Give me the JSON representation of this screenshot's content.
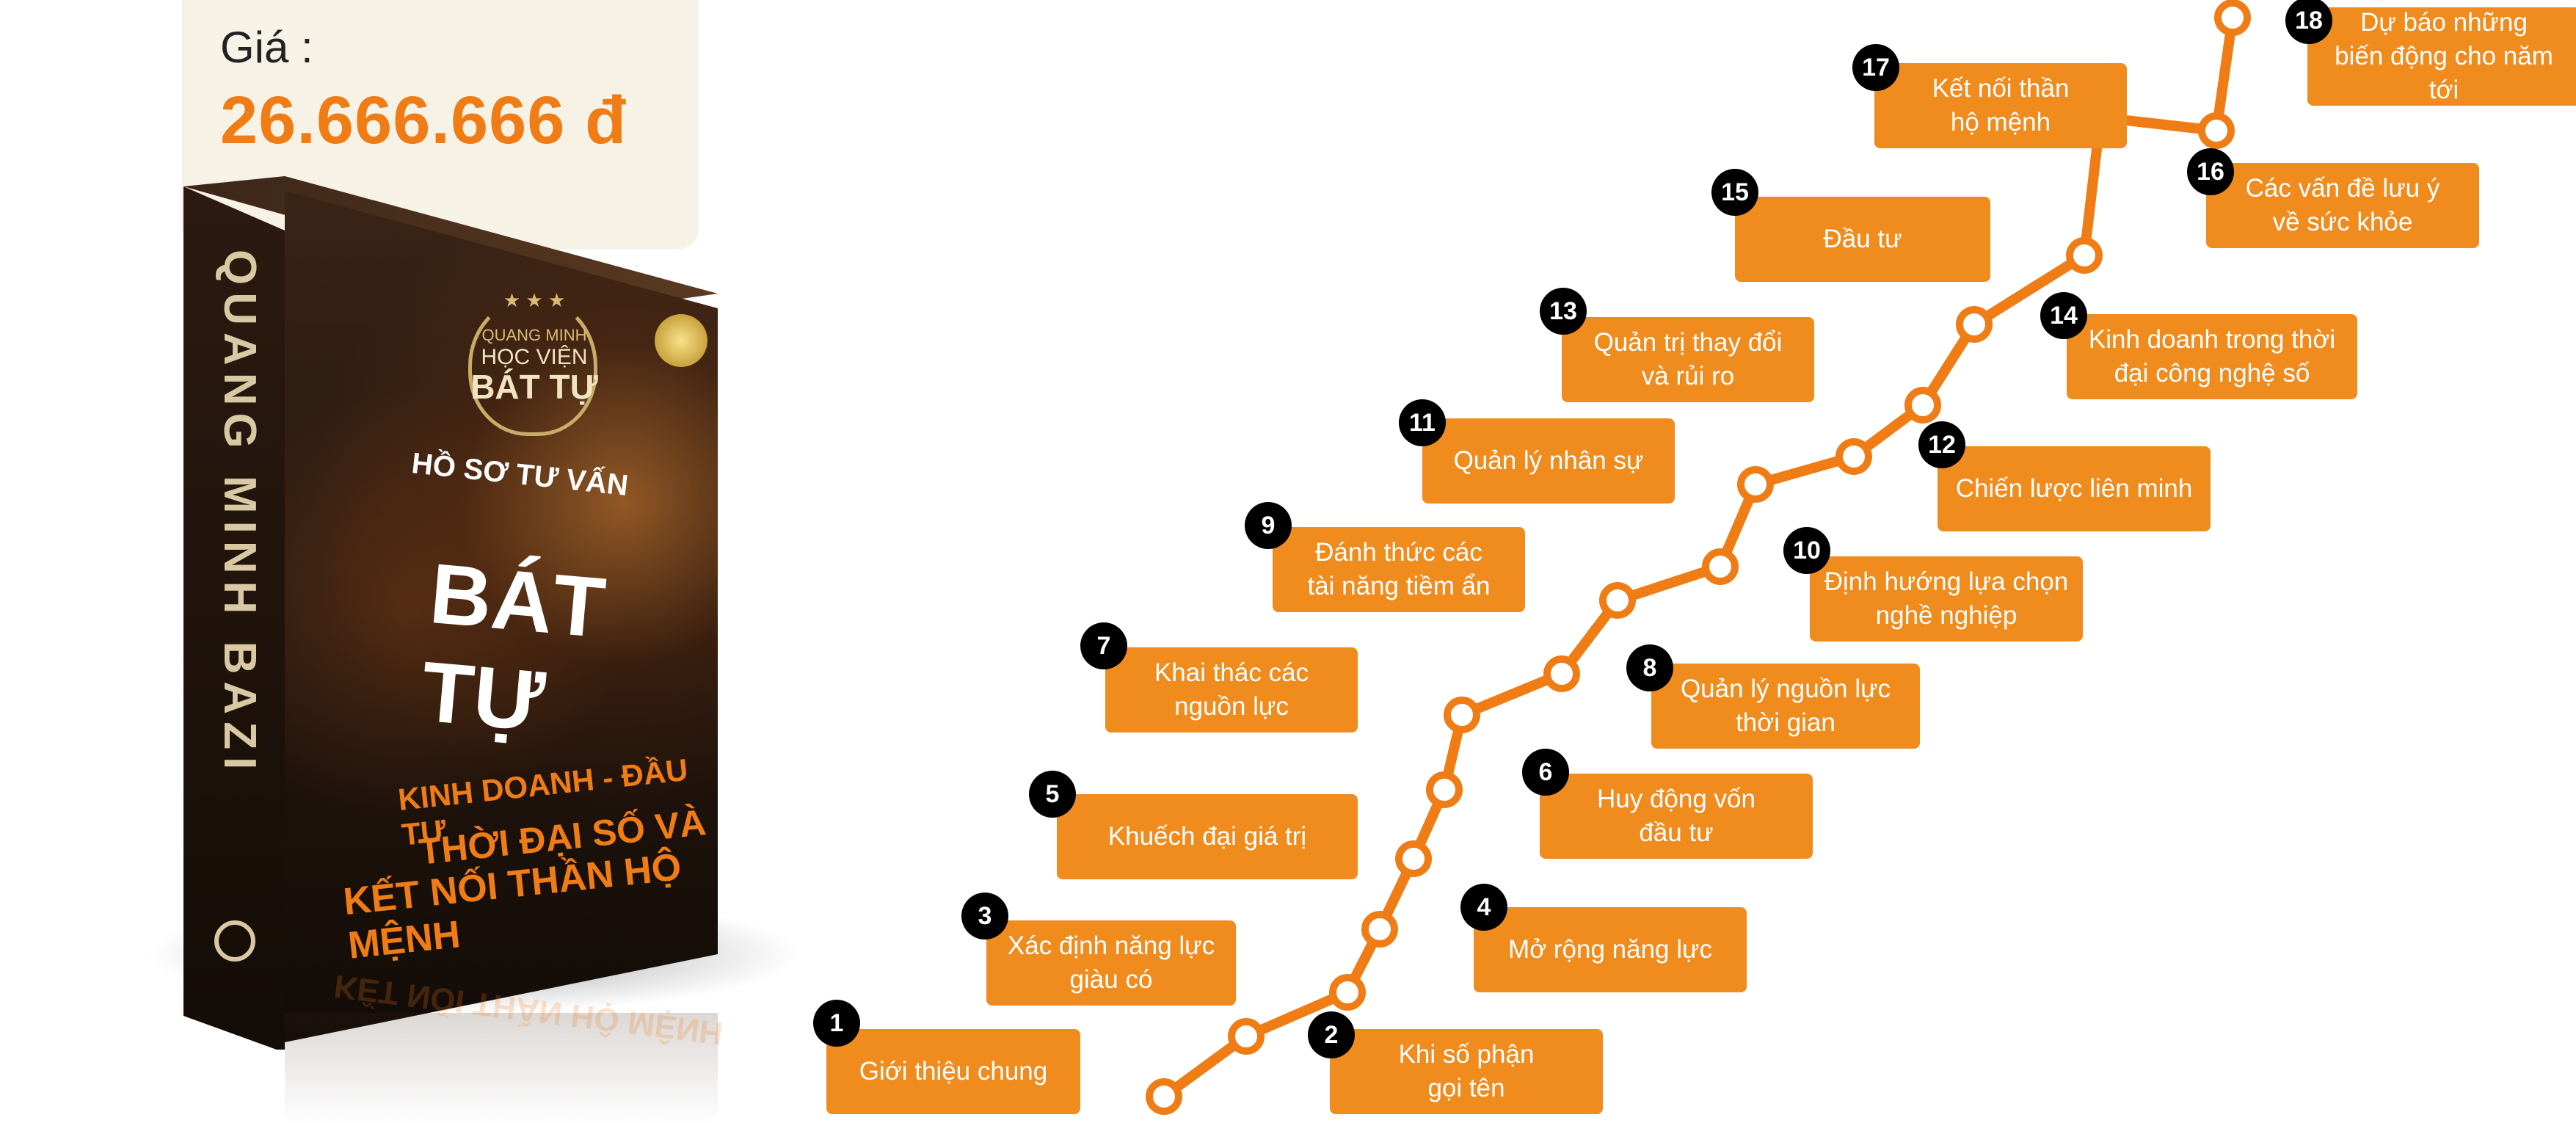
{
  "price": {
    "label": "Giá :",
    "value": "26.666.666 đ"
  },
  "product": {
    "spine_title": "QUANG MINH BAZI",
    "emblem_stars": "★ ★ ★",
    "emblem_brand": "QUANG MINH",
    "emblem_line1": "HỌC VIỆN",
    "emblem_line2": "BÁT TỰ",
    "subtitle": "HỒ SƠ TƯ VẤN",
    "title": "BÁT TỰ",
    "line1": "KINH DOANH - ĐẦU TƯ",
    "line2": "THỜI ĐẠI SỐ VÀ",
    "line3": "KẾT NỐI THẦN HỘ MỆNH",
    "reflection": "KẾT NỐI THẦN HỘ MỆNH"
  },
  "colors": {
    "accent": "#f08b1e",
    "price": "#f07c16",
    "badge": "#000000",
    "path": "#f07c16"
  },
  "steps": [
    {
      "num": "1",
      "label": "Giới thiệu chung"
    },
    {
      "num": "2",
      "label": "Khi số phận\ngọi tên"
    },
    {
      "num": "3",
      "label": "Xác định năng lực\ngiàu có"
    },
    {
      "num": "4",
      "label": "Mở rộng năng lực"
    },
    {
      "num": "5",
      "label": "Khuếch đại giá trị"
    },
    {
      "num": "6",
      "label": "Huy động vốn\nđầu tư"
    },
    {
      "num": "7",
      "label": "Khai thác các\nnguồn lực"
    },
    {
      "num": "8",
      "label": "Quản lý nguồn lực\nthời gian"
    },
    {
      "num": "9",
      "label": "Đánh thức các\ntài năng tiềm ẩn"
    },
    {
      "num": "10",
      "label": "Định hướng lựa chọn\nnghề nghiệp"
    },
    {
      "num": "11",
      "label": "Quản lý nhân sự"
    },
    {
      "num": "12",
      "label": "Chiến lược liên minh"
    },
    {
      "num": "13",
      "label": "Quản trị thay đổi\nvà rủi ro"
    },
    {
      "num": "14",
      "label": "Kinh doanh trong thời\nđại công nghệ số"
    },
    {
      "num": "15",
      "label": "Đầu tư"
    },
    {
      "num": "16",
      "label": "Các vấn đề lưu ý\nvề sức khỏe"
    },
    {
      "num": "17",
      "label": "Kết nối thần\nhộ mệnh"
    },
    {
      "num": "18",
      "label": "Dự báo những\nbiến động cho năm tới"
    }
  ]
}
